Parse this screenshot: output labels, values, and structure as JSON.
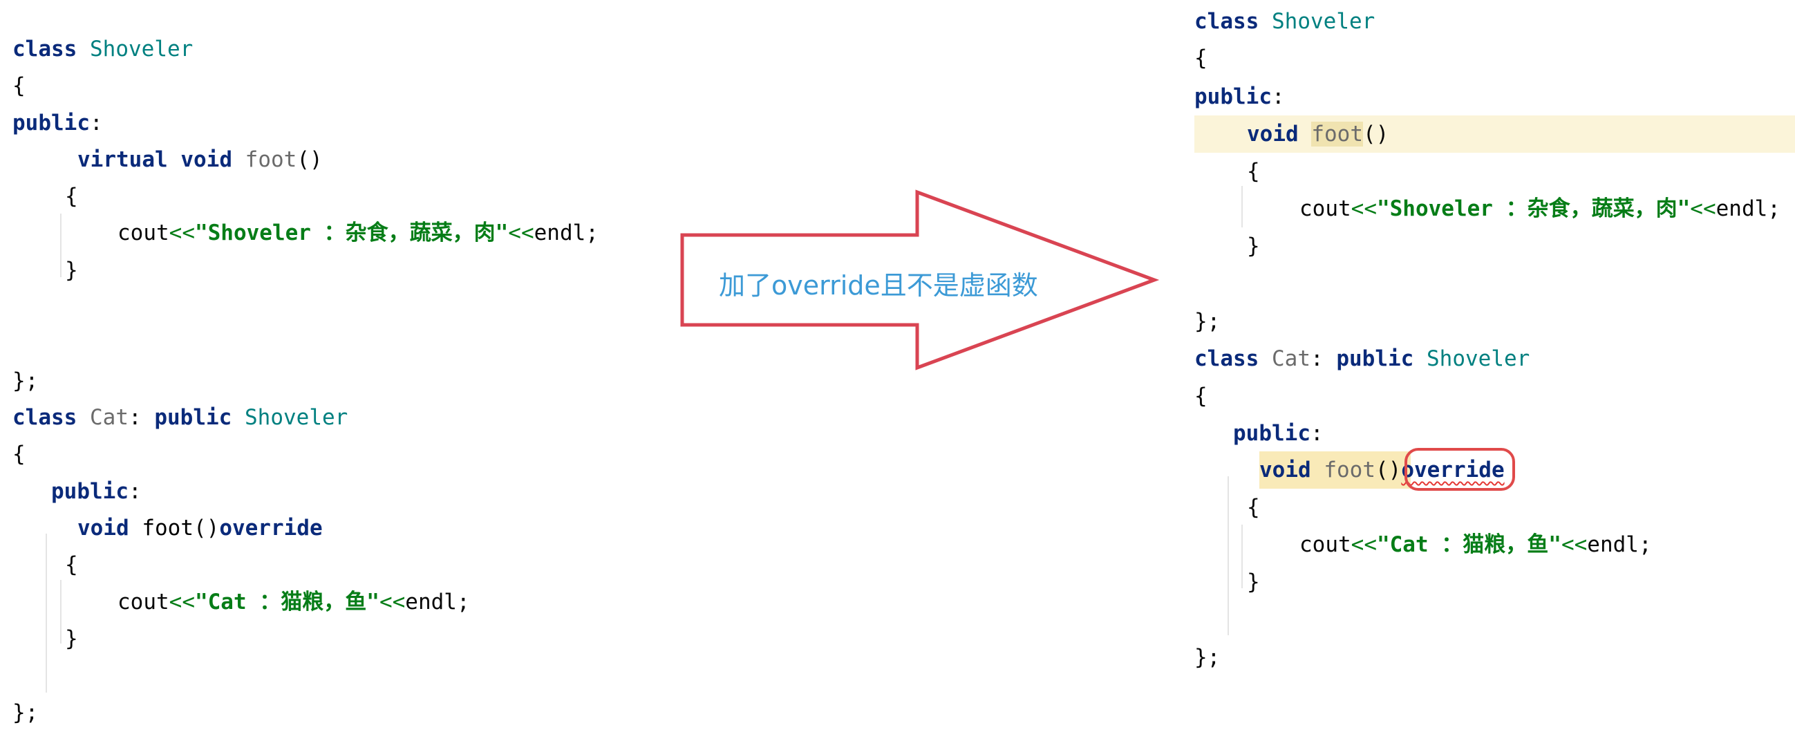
{
  "left_code": {
    "line1": {
      "kw": "class",
      "name": "Shoveler"
    },
    "line2": "{",
    "line3": {
      "kw": "public",
      "punct": ":"
    },
    "line4": {
      "kw1": "virtual",
      "kw2": "void",
      "fn": "foot",
      "paren": "()"
    },
    "line5": "{",
    "line6": {
      "ident": "cout",
      "op1": "<<",
      "str": "\"Shoveler ：杂食，蔬菜，肉\"",
      "op2": "<<",
      "end": "endl;"
    },
    "line7": "}",
    "line8": "};",
    "line9": {
      "kw": "class",
      "name": "Cat",
      "colon": ":",
      "kw2": "public",
      "base": "Shoveler"
    },
    "line10": "{",
    "line11": {
      "kw": "public",
      "punct": ":"
    },
    "line12": {
      "kw": "void",
      "fn": "foot",
      "paren": "()",
      "spec": "override"
    },
    "line13": "{",
    "line14": {
      "ident": "cout",
      "op1": "<<",
      "str": "\"Cat ：猫粮，鱼\"",
      "op2": "<<",
      "end": "endl;"
    },
    "line15": "}",
    "line16": "};"
  },
  "arrow": {
    "label": "加了override且不是虚函数"
  },
  "right_code": {
    "line1": {
      "kw": "class",
      "name": "Shoveler"
    },
    "line2": "{",
    "line3": {
      "kw": "public",
      "punct": ":"
    },
    "line4": {
      "kw": "void",
      "fn": "foot",
      "paren": "()"
    },
    "line5": "{",
    "line6": {
      "ident": "cout",
      "op1": "<<",
      "str": "\"Shoveler ：杂食，蔬菜，肉\"",
      "op2": "<<",
      "end": "endl;"
    },
    "line7": "}",
    "line8": "};",
    "line9": {
      "kw": "class",
      "name": "Cat",
      "colon": ":",
      "kw2": "public",
      "base": "Shoveler"
    },
    "line10": "{",
    "line11": {
      "kw": "public",
      "punct": ":"
    },
    "line12": {
      "kw": "void",
      "fn": "foot",
      "paren": "()",
      "spec": "override"
    },
    "line13": "{",
    "line14": {
      "ident": "cout",
      "op1": "<<",
      "str": "\"Cat ：猫粮，鱼\"",
      "op2": "<<",
      "end": "endl;"
    },
    "line15": "}",
    "line16": "};"
  },
  "colors": {
    "keyword": "#0a2a7a",
    "class_name": "#008080",
    "string": "#067d17",
    "arrow_stroke": "#d94452",
    "arrow_text": "#3c9ad6",
    "error_ring": "#e04a4a"
  }
}
